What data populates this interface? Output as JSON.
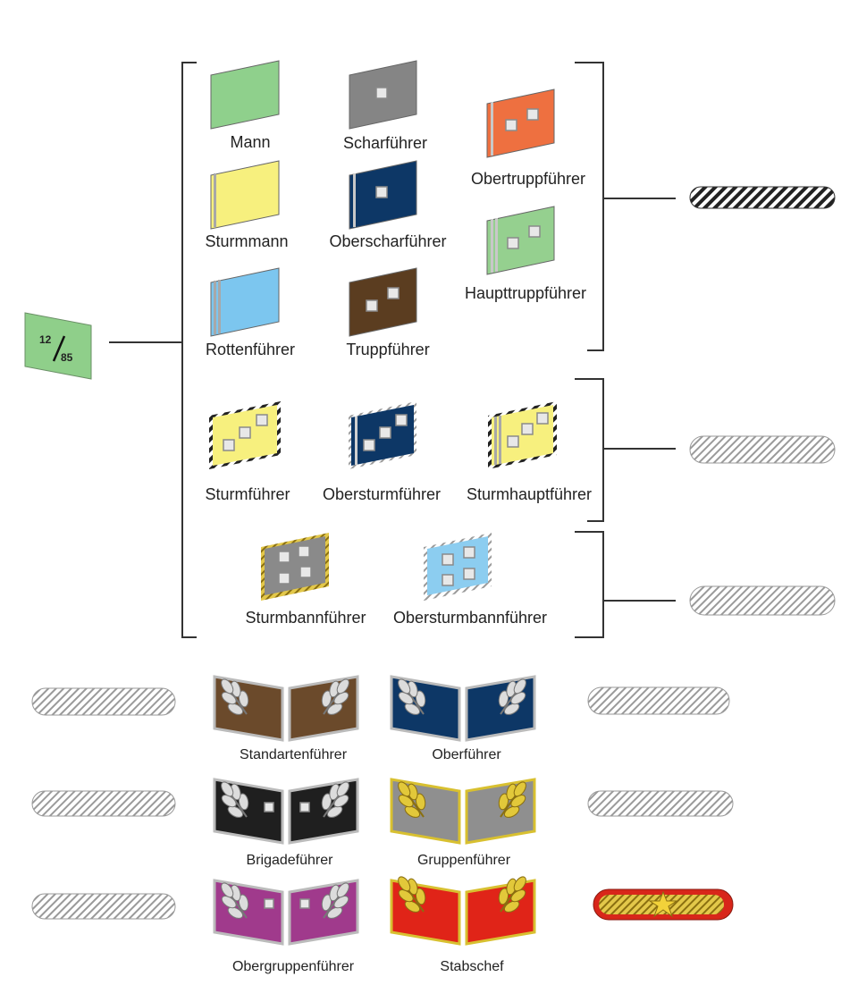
{
  "unit_tab": {
    "top": "12",
    "bottom": "85",
    "color": "#8fcf8a"
  },
  "groups": {
    "enlisted": {
      "ranks": [
        {
          "name": "Mann",
          "color": "#8fd08c",
          "pips": 0,
          "stripes": 0
        },
        {
          "name": "Sturmmann",
          "color": "#f7f07e",
          "pips": 0,
          "stripes": 1
        },
        {
          "name": "Rottenführer",
          "color": "#7cc6ef",
          "pips": 0,
          "stripes": 2
        },
        {
          "name": "Scharführer",
          "color": "#858585",
          "pips": 1,
          "stripes": 0
        },
        {
          "name": "Oberscharführer",
          "color": "#0d3766",
          "pips": 1,
          "stripes": 1
        },
        {
          "name": "Truppführer",
          "color": "#5b3d20",
          "pips": 2,
          "stripes": 0
        },
        {
          "name": "Obertruppführer",
          "color": "#ee7040",
          "pips": 2,
          "stripes": 1
        },
        {
          "name": "Haupttruppführer",
          "color": "#95d08f",
          "pips": 2,
          "stripes": 2
        }
      ],
      "shoulder_board": "twisted-black-silver-cord"
    },
    "junior_officers": {
      "ranks": [
        {
          "name": "Sturmführer",
          "color": "#f7f07e",
          "pips": 3,
          "stripes": 0
        },
        {
          "name": "Obersturmführer",
          "color": "#0d3766",
          "pips": 3,
          "stripes": 1
        },
        {
          "name": "Sturmhauptführer",
          "color": "#f7f07e",
          "pips": 3,
          "stripes": 2
        }
      ],
      "shoulder_board": "flat-silver-cord"
    },
    "field_officers": {
      "ranks": [
        {
          "name": "Sturmbannführer",
          "color": "#8a8a8a",
          "pips": 4
        },
        {
          "name": "Obersturmbannführer",
          "color": "#8ccdf0",
          "pips": 4
        }
      ],
      "shoulder_board": "twisted-silver-cord"
    }
  },
  "senior_ranks": [
    {
      "name": "Standartenführer",
      "color": "#6b4a2b",
      "leaf": "silver",
      "shoulder": "twisted-silver-cord"
    },
    {
      "name": "Oberführer",
      "color": "#0d3766",
      "leaf": "silver",
      "shoulder": "braided-silver-cord"
    },
    {
      "name": "Brigadeführer",
      "color": "#1f1f1f",
      "leaf": "silver",
      "shoulder": "braided-silver-cord"
    },
    {
      "name": "Gruppenführer",
      "color": "#8f8f8f",
      "leaf": "gold",
      "shoulder": "braided-silver-cord"
    },
    {
      "name": "Obergruppenführer",
      "color": "#a03a8c",
      "leaf": "silver",
      "shoulder": "braided-silver-cord"
    },
    {
      "name": "Stabschef",
      "color": "#e02418",
      "leaf": "gold",
      "shoulder": "gold-red-board-with-star"
    }
  ]
}
